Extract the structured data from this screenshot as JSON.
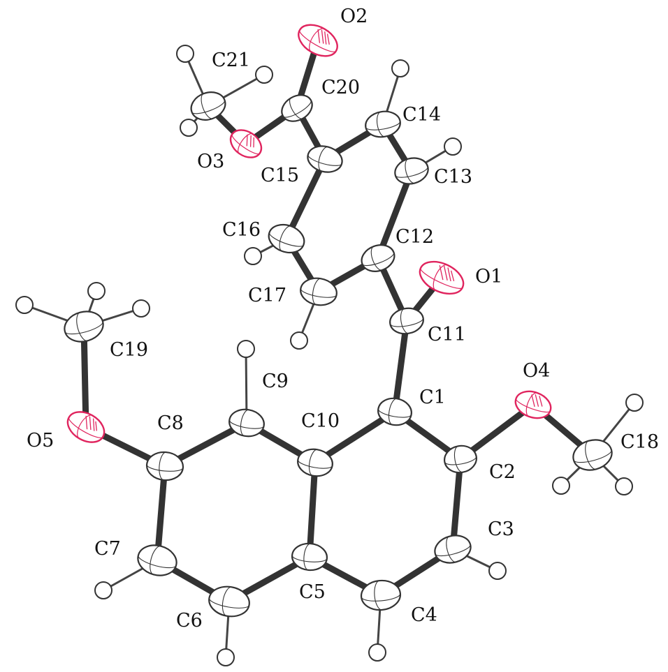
{
  "labels": {
    "O1": "O1",
    "O2": "O2",
    "O3": "O3",
    "O4": "O4",
    "O5": "O5",
    "C1": "C1",
    "C2": "C2",
    "C3": "C3",
    "C4": "C4",
    "C5": "C5",
    "C6": "C6",
    "C7": "C7",
    "C8": "C8",
    "C9": "C9",
    "C10": "C10",
    "C11": "C11",
    "C12": "C12",
    "C13": "C13",
    "C14": "C14",
    "C15": "C15",
    "C16": "C16",
    "C17": "C17",
    "C18": "C18",
    "C19": "C19",
    "C20": "C20",
    "C21": "C21"
  },
  "colors": {
    "carbon": "#333333",
    "oxygen": "#e0245e",
    "background": "#ffffff"
  }
}
